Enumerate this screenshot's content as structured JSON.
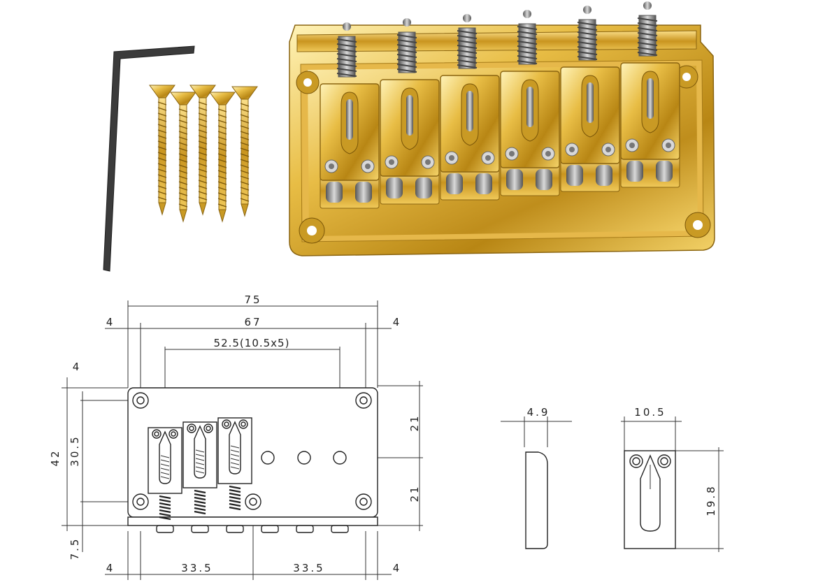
{
  "labels": {
    "top_width": "75",
    "inner_width": "67",
    "left_margin_top": "4",
    "right_margin_top": "4",
    "string_spacing": "52.5(10.5x5)",
    "height_total": "42",
    "hole_to_hole": "30.5",
    "top_gap": "4",
    "bottom_gap": "7.5",
    "upper_half": "21",
    "lower_half": "21",
    "left_margin_bottom": "4",
    "right_margin_bottom": "4",
    "half_left": "33.5",
    "half_right": "33.5",
    "saddle_thickness": "4.9",
    "saddle_width": "10.5",
    "saddle_length": "19.8"
  },
  "colors": {
    "gold": "#e3b53a",
    "gold_dark": "#9a6f10",
    "gold_light": "#fff0b0",
    "steel": "#8a8a8a",
    "wrench": "#3a3a3a",
    "line": "#333333"
  },
  "icons": {
    "hex_wrench": "hex-wrench-icon",
    "screw": "screw-icon",
    "bridge": "bridge-photo"
  }
}
